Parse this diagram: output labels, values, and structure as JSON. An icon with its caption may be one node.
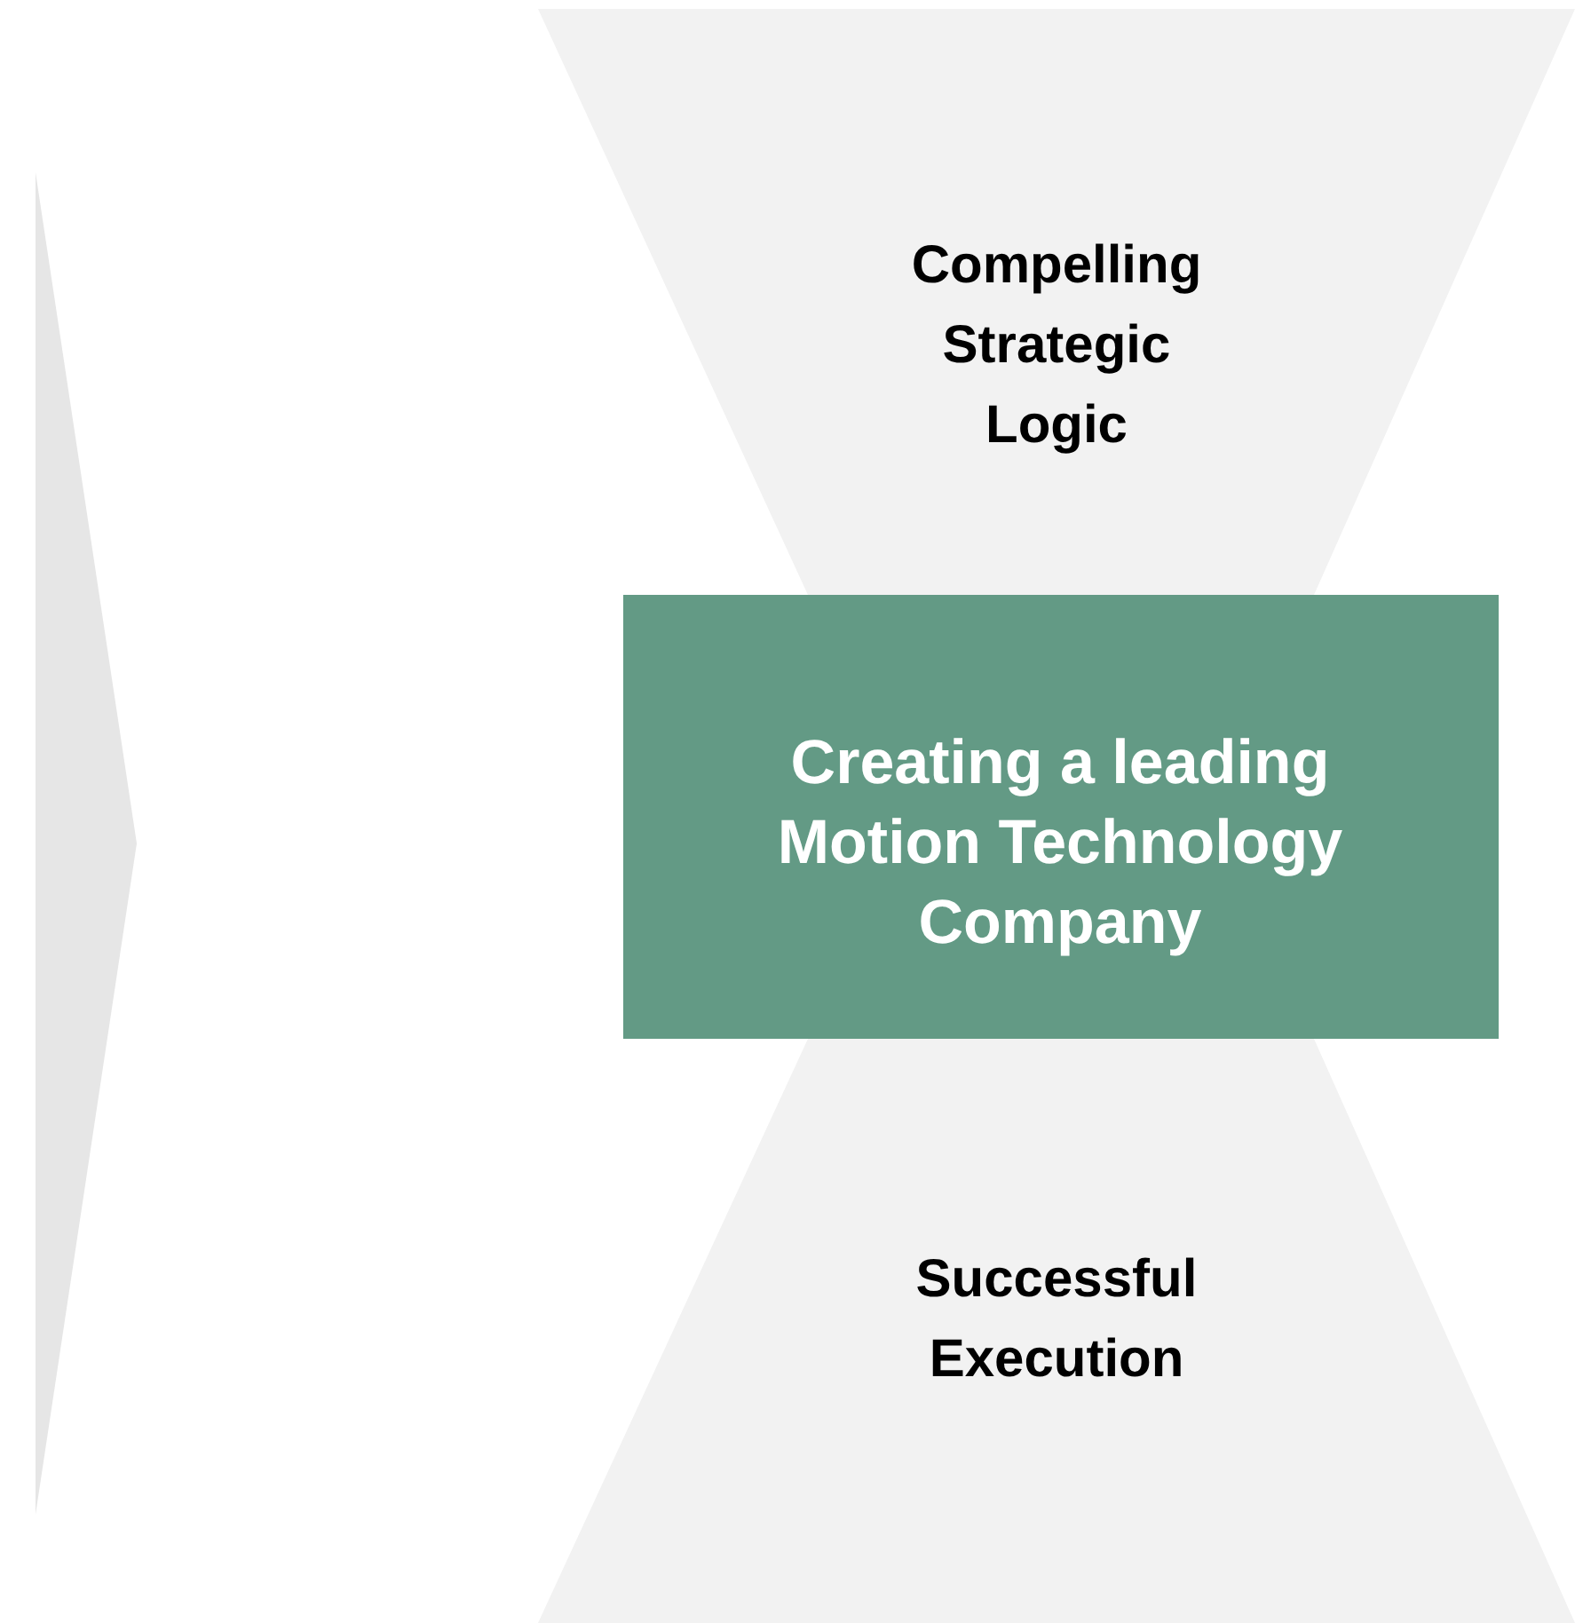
{
  "diagram": {
    "nodes": [
      {
        "text": [],
        "shape": "arrow"
      },
      {
        "text": [
          "Compelling Strategic Logic"
        ]
      },
      {
        "text": [
          "Creating a leading Motion Technology Company"
        ]
      },
      {
        "text": [
          "Successful Execution"
        ]
      }
    ],
    "edges": []
  }
}
